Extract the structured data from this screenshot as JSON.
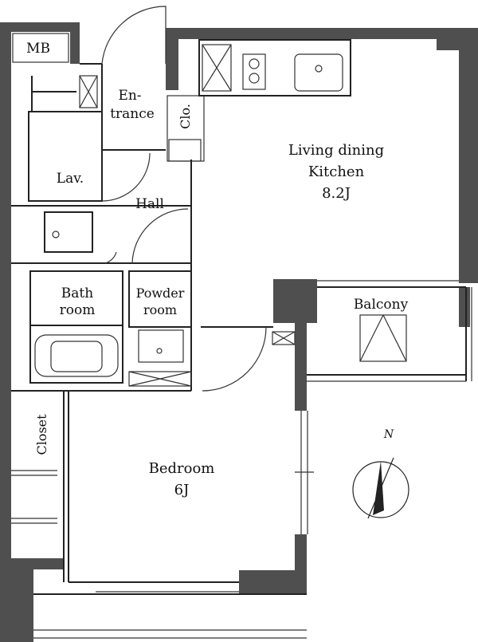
{
  "rooms": {
    "mb": "MB",
    "entrance_line1": "En-",
    "entrance_line2": "trance",
    "closet_small": "Clo.",
    "ldk_line1": "Living dining",
    "ldk_line2": "Kitchen",
    "ldk_size": "8.2J",
    "lav": "Lav.",
    "hall": "Hall",
    "bath_line1": "Bath",
    "bath_line2": "room",
    "powder_line1": "Powder",
    "powder_line2": "room",
    "balcony": "Balcony",
    "closet": "Closet",
    "bedroom": "Bedroom",
    "bedroom_size": "6J"
  },
  "compass": {
    "north_label": "N",
    "icon": "compass-icon"
  },
  "colors": {
    "wall": "#4f4f4f",
    "line": "#222222",
    "background": "#ffffff"
  }
}
